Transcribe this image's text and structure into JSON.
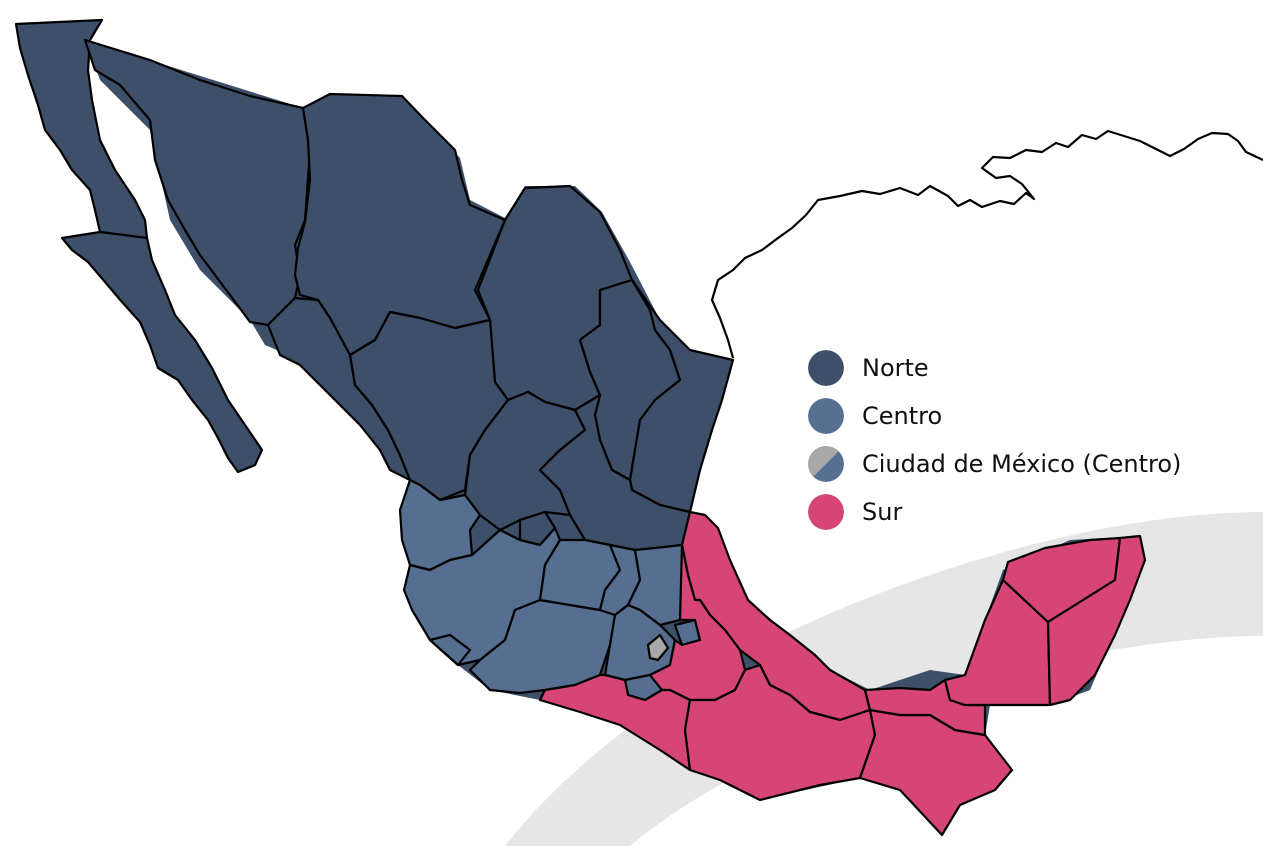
{
  "map": {
    "colors": {
      "norte": "#3d4f69",
      "centro": "#566e90",
      "cdmx": "#a8a8a8",
      "sur": "#d64576",
      "arc": "#e6e6e6",
      "outline": "#000000"
    }
  },
  "legend": {
    "items": [
      {
        "label": "Norte",
        "color": "#3d4f69"
      },
      {
        "label": "Centro",
        "color": "#566e90"
      },
      {
        "label": "Ciudad de México (Centro)",
        "color": "#566e90",
        "secondary_color": "#a8a8a8"
      },
      {
        "label": "Sur",
        "color": "#d64576"
      }
    ]
  }
}
